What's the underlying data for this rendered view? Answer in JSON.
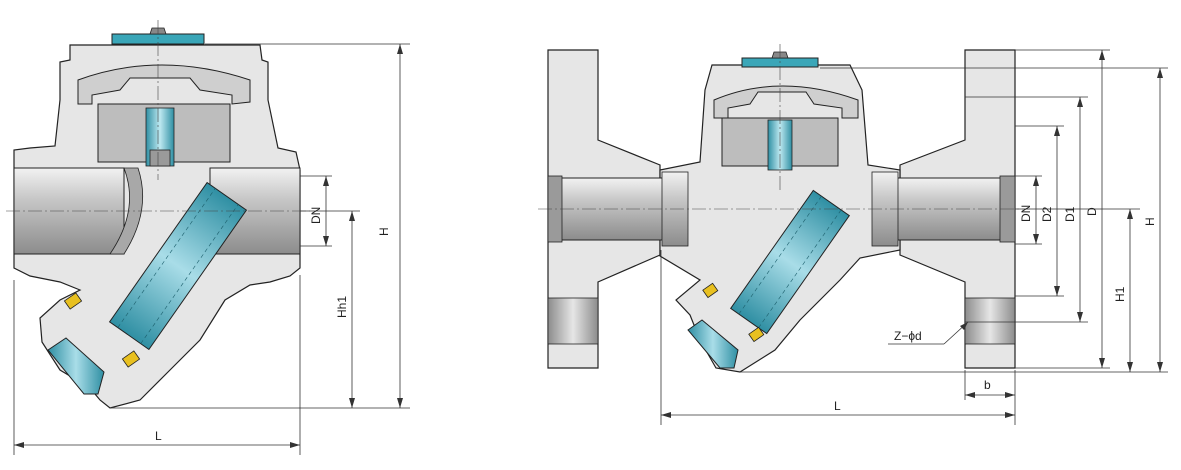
{
  "colors": {
    "body": "#e6e6e6",
    "outline": "#222222",
    "pipe_dark": "#8c8c8c",
    "pipe_light": "#f2f2f2",
    "screen_dark": "#2f8fa3",
    "screen_light": "#a9dde8",
    "bonnet": "#cfcfcf",
    "bolt": "#e8c020",
    "cap": "#3aa6b8"
  },
  "left_view": {
    "labels": {
      "L": "L",
      "H": "H",
      "H1": "Hh1",
      "DN": "DN"
    }
  },
  "right_view": {
    "labels": {
      "L": "L",
      "H": "H",
      "H1": "H1",
      "DN": "DN",
      "D2": "D2",
      "D1": "D1",
      "D": "D",
      "b": "b",
      "Z": "Z−ϕd"
    }
  }
}
